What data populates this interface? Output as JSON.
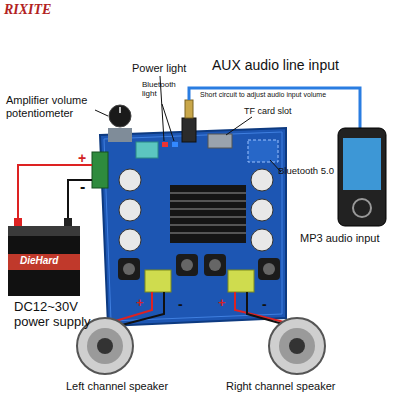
{
  "diagram": {
    "labels": [
      "RIXITE",
      "Power light",
      "AUX audio line input",
      "Amplifier volume potentiometer",
      "Bluetooth light",
      "Short circuit to adjust audio input volume",
      "TF card slot",
      "Bluetooth 5.0",
      "+",
      "-",
      "DieHard",
      "DC12~30V power supply",
      "MP3 audio input",
      "+",
      "-",
      "+",
      "-",
      "Left channel speaker",
      "Right channel speaker"
    ]
  }
}
